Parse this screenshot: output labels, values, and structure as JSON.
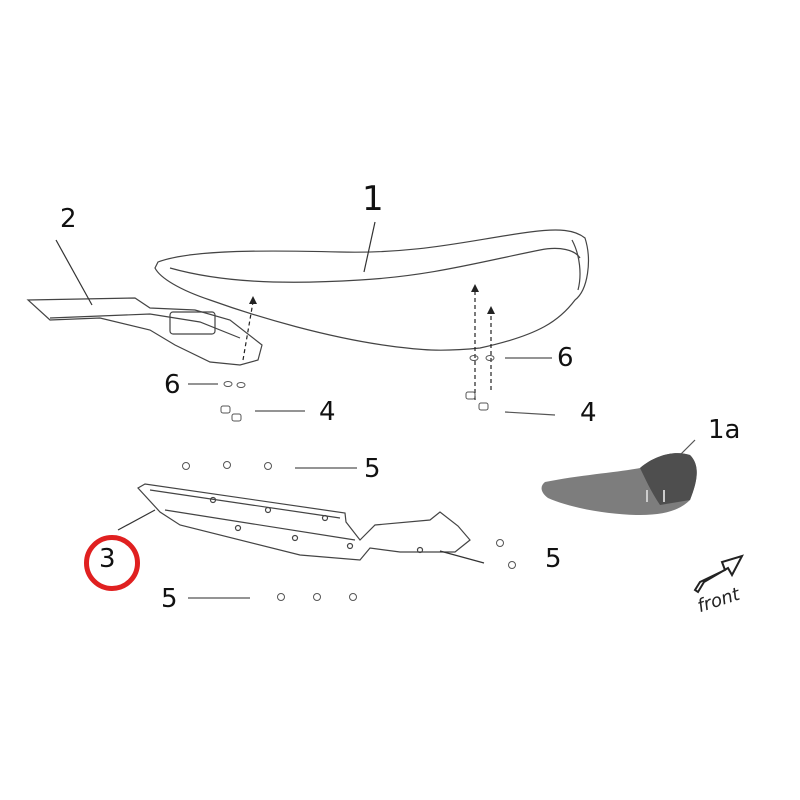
{
  "diagram": {
    "type": "exploded-parts-view",
    "subject": "seat assembly",
    "callouts": [
      {
        "id": "1",
        "label": "1",
        "part": "seat"
      },
      {
        "id": "1a",
        "label": "1a",
        "part": "seat (photo)"
      },
      {
        "id": "2",
        "label": "2",
        "part": "rear seat base / fender"
      },
      {
        "id": "3",
        "label": "3",
        "part": "seat bracket / frame rail",
        "highlighted": true
      },
      {
        "id": "4a",
        "label": "4",
        "part": "nut (left)"
      },
      {
        "id": "4b",
        "label": "4",
        "part": "nut (right)"
      },
      {
        "id": "5a",
        "label": "5",
        "part": "rivet/washer (upper row)"
      },
      {
        "id": "5b",
        "label": "5",
        "part": "rivet/washer (right)"
      },
      {
        "id": "5c",
        "label": "5",
        "part": "rivet/washer (lower row)"
      },
      {
        "id": "6a",
        "label": "6",
        "part": "washer (left)"
      },
      {
        "id": "6b",
        "label": "6",
        "part": "washer (right)"
      }
    ],
    "direction_label": "front",
    "highlight_color": "#e02020"
  }
}
